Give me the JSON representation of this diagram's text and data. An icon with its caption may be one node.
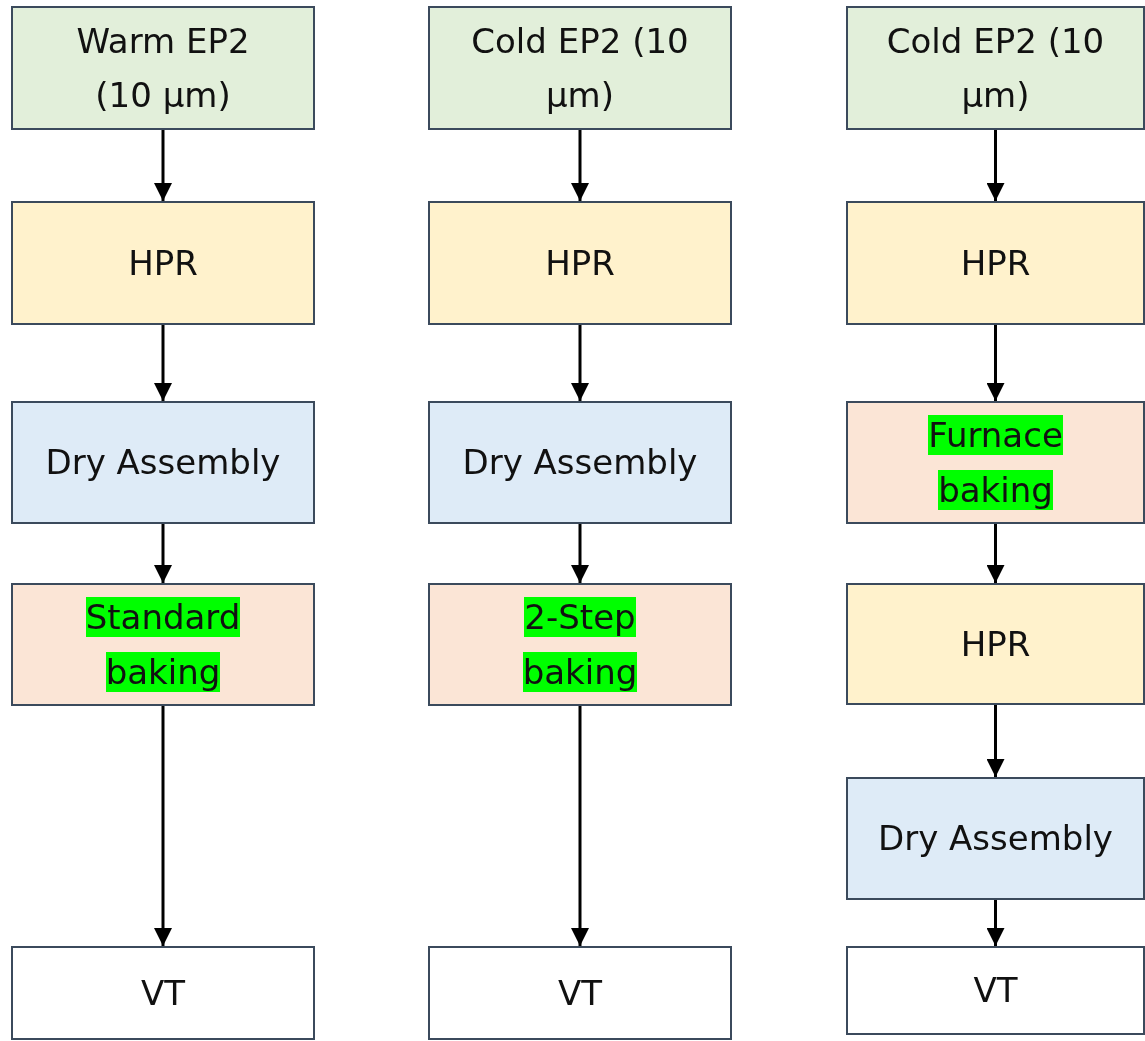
{
  "diagram": {
    "nodes": [
      {
        "text": [
          "Warm EP2 (10 µm)"
        ]
      },
      {
        "text": [
          "HPR"
        ]
      },
      {
        "text": [
          "Dry Assembly"
        ]
      },
      {
        "text": [
          "Standard baking"
        ]
      },
      {
        "text": [
          "VT"
        ]
      },
      {
        "text": [
          "Cold EP2 (10 µm)"
        ]
      },
      {
        "text": [
          "HPR"
        ]
      },
      {
        "text": [
          "Dry Assembly"
        ]
      },
      {
        "text": [
          "2-Step baking"
        ]
      },
      {
        "text": [
          "VT"
        ]
      },
      {
        "text": [
          "Cold EP2 (10 µm)"
        ]
      },
      {
        "text": [
          "HPR"
        ]
      },
      {
        "text": [
          "Furnace baking"
        ]
      },
      {
        "text": [
          "HPR"
        ]
      },
      {
        "text": [
          "Dry Assembly"
        ]
      },
      {
        "text": [
          "VT"
        ]
      }
    ],
    "edges": [
      {
        "from": 0,
        "to": 1,
        "arrow": "to"
      },
      {
        "from": 1,
        "to": 2,
        "arrow": "to"
      },
      {
        "from": 2,
        "to": 3,
        "arrow": "to"
      },
      {
        "from": 3,
        "to": 4,
        "arrow": "to"
      },
      {
        "from": 5,
        "to": 6,
        "arrow": "to"
      },
      {
        "from": 6,
        "to": 7,
        "arrow": "to"
      },
      {
        "from": 7,
        "to": 8,
        "arrow": "to"
      },
      {
        "from": 8,
        "to": 9,
        "arrow": "to"
      },
      {
        "from": 10,
        "to": 11,
        "arrow": "to"
      },
      {
        "from": 11,
        "to": 12,
        "arrow": "to"
      },
      {
        "from": 12,
        "to": 13,
        "arrow": "to"
      },
      {
        "from": 13,
        "to": 14,
        "arrow": "to"
      },
      {
        "from": 14,
        "to": 15,
        "arrow": "to"
      }
    ]
  }
}
